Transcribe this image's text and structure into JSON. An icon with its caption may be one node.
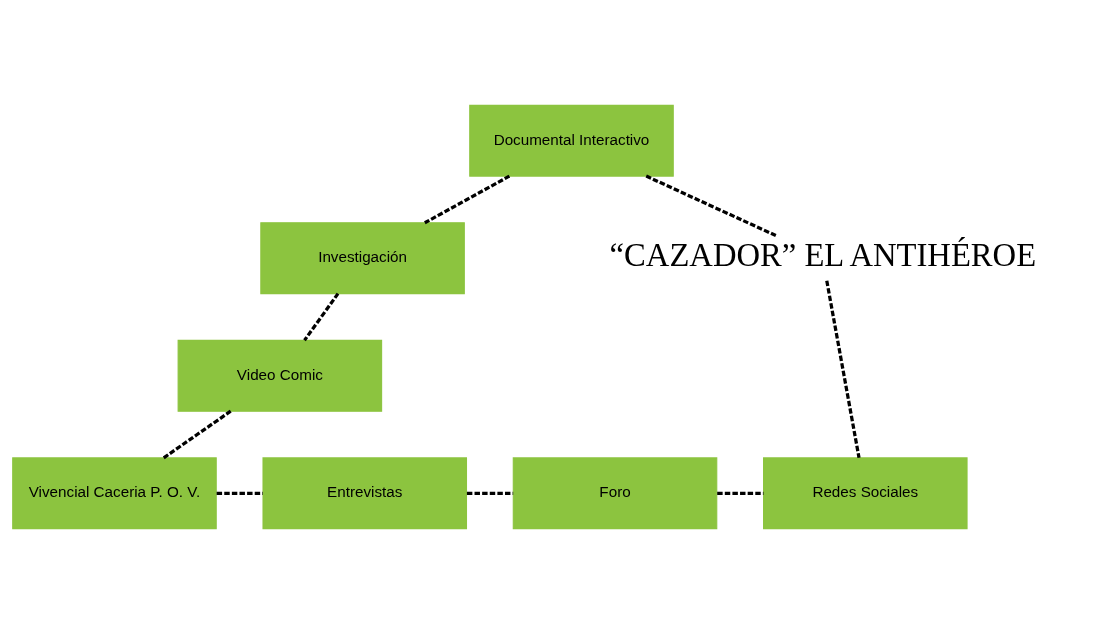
{
  "diagram": {
    "nodes": [
      {
        "text": [
          "Documental Interactivo"
        ]
      },
      {
        "text": [
          "Investigación"
        ]
      },
      {
        "text": [
          "Video Comic"
        ]
      },
      {
        "text": [
          "Vivencial Caceria P. O. V."
        ]
      },
      {
        "text": [
          "Entrevistas"
        ]
      },
      {
        "text": [
          "Foro"
        ]
      },
      {
        "text": [
          "Redes Sociales"
        ]
      },
      {
        "text": [
          "“CAZADOR” EL ANTIHÉROE"
        ]
      }
    ],
    "edges": [
      {
        "from": 0,
        "to": 1,
        "arrow": "none",
        "style": "dashed"
      },
      {
        "from": 1,
        "to": 2,
        "arrow": "none",
        "style": "dashed"
      },
      {
        "from": 2,
        "to": 3,
        "arrow": "none",
        "style": "dashed"
      },
      {
        "from": 3,
        "to": 4,
        "arrow": "none",
        "style": "dashed"
      },
      {
        "from": 4,
        "to": 5,
        "arrow": "none",
        "style": "dashed"
      },
      {
        "from": 5,
        "to": 6,
        "arrow": "none",
        "style": "dashed"
      },
      {
        "from": 0,
        "to": 7,
        "arrow": "none",
        "style": "dashed"
      },
      {
        "from": 7,
        "to": 6,
        "arrow": "none",
        "style": "dashed"
      }
    ]
  }
}
